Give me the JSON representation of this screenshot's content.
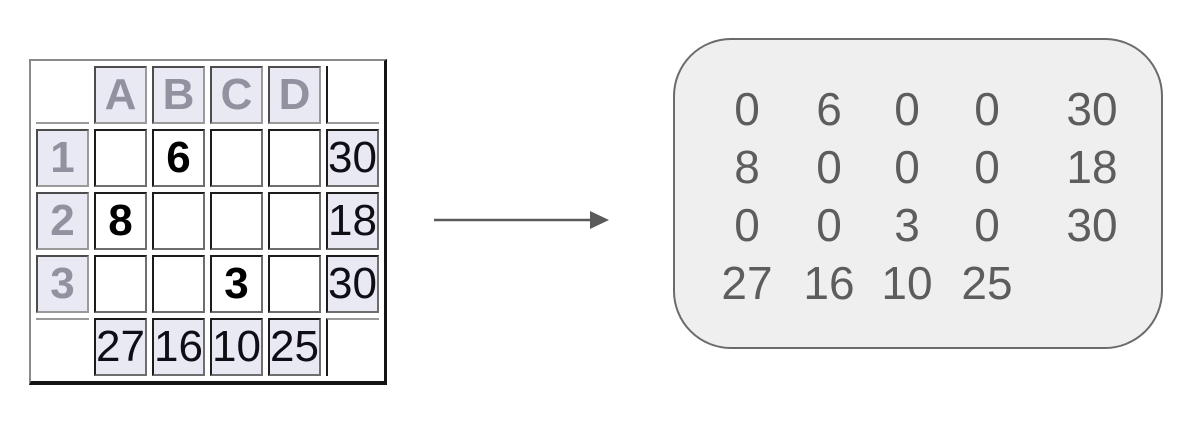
{
  "grid": {
    "column_headers": [
      "A",
      "B",
      "C",
      "D"
    ],
    "rows": [
      {
        "header": "1",
        "cells": [
          "",
          "6",
          "",
          ""
        ],
        "sum": "30"
      },
      {
        "header": "2",
        "cells": [
          "8",
          "",
          "",
          ""
        ],
        "sum": "18"
      },
      {
        "header": "3",
        "cells": [
          "",
          "",
          "3",
          ""
        ],
        "sum": "30"
      }
    ],
    "column_sums": [
      "27",
      "16",
      "10",
      "25"
    ]
  },
  "matrix": {
    "rows": [
      [
        "0",
        "6",
        "0",
        "0",
        "30"
      ],
      [
        "8",
        "0",
        "0",
        "0",
        "18"
      ],
      [
        "0",
        "0",
        "3",
        "0",
        "30"
      ],
      [
        "27",
        "16",
        "10",
        "25",
        ""
      ]
    ]
  },
  "colors": {
    "lavender": "#e9e9f4",
    "header_text": "#9191a0",
    "clue_text": "#000000",
    "sum_text": "#0e0e14",
    "matrix_text": "#5d5d5d",
    "panel_bg": "#efefef",
    "panel_border": "#6b6b6b",
    "arrow": "#5a5a5a",
    "cell_border_dark": "#1c1c1c",
    "cell_border_light": "#6e6e6e",
    "outer_border_gray": "#8a8a8a",
    "outer_border_dark": "#141414"
  }
}
